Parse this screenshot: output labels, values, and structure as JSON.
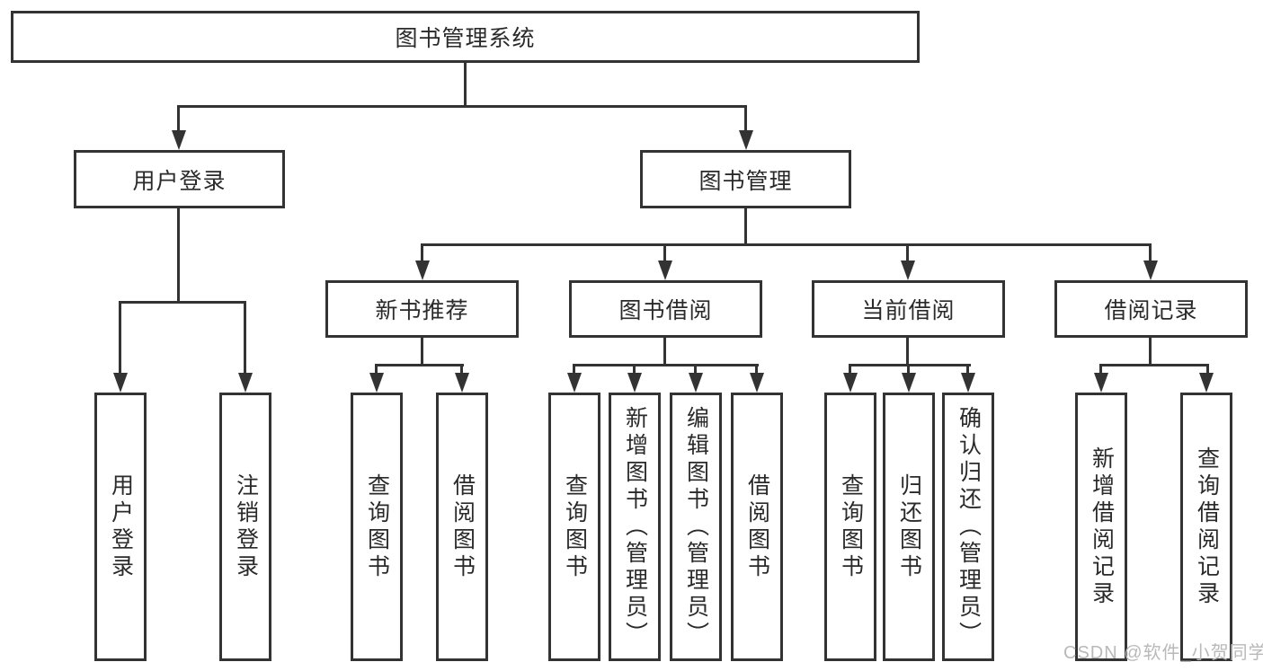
{
  "tree": {
    "root": {
      "label": "图书管理系统"
    },
    "level2": [
      {
        "label": "用户登录",
        "children": [
          {
            "label": "用户登录"
          },
          {
            "label": "注销登录"
          }
        ]
      },
      {
        "label": "图书管理",
        "children": [
          {
            "label": "新书推荐",
            "children": [
              {
                "label": "查询图书"
              },
              {
                "label": "借阅图书"
              }
            ]
          },
          {
            "label": "图书借阅",
            "children": [
              {
                "label": "查询图书"
              },
              {
                "label": "新增图书（管理员）"
              },
              {
                "label": "编辑图书（管理员）"
              },
              {
                "label": "借阅图书"
              }
            ]
          },
          {
            "label": "当前借阅",
            "children": [
              {
                "label": "查询图书"
              },
              {
                "label": "归还图书"
              },
              {
                "label": "确认归还（管理员）"
              }
            ]
          },
          {
            "label": "借阅记录",
            "children": [
              {
                "label": "新增借阅记录"
              },
              {
                "label": "查询借阅记录"
              }
            ]
          }
        ]
      }
    ]
  },
  "watermark": {
    "text": "CSDN @软件_小贺同学"
  },
  "colors": {
    "line": "#333333",
    "text": "#2a2a2a",
    "background": "#ffffff",
    "watermark": "#b9b9b9"
  }
}
